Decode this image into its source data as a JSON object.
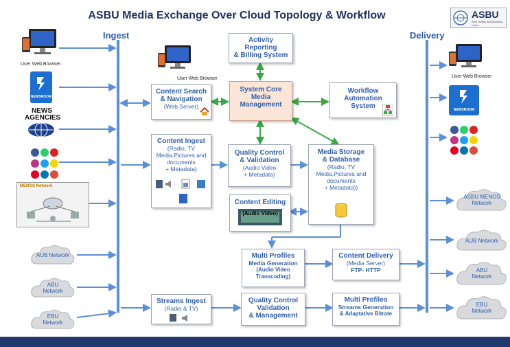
{
  "title": "ASBU Media Exchange Over Cloud Topology & Workflow",
  "logo": {
    "text": "ASBU",
    "subtext": "Arab States Broadcasting Union"
  },
  "ingest_label": "Ingest",
  "delivery_label": "Delivery",
  "left": {
    "user_web_browser": "User Web Browser",
    "newsroom": "NEWSROOM",
    "news_agencies": "NEWS AGENCIES",
    "menos_network": "MENOS Network",
    "aub_network": "AUB Network",
    "abu_network": "ABU Network",
    "ebu_network": "EBU Network"
  },
  "center": {
    "user_web_browser": "User Web Browser",
    "activity": {
      "l1": "Activity",
      "l2": "Reporting",
      "l3": "& Billing System"
    },
    "content_search": {
      "l1": "Content Search",
      "l2": "& Navigation",
      "l3": "(Web Server)"
    },
    "core": {
      "l1": "System Core",
      "l2": "Media",
      "l3": "Management"
    },
    "workflow": {
      "l1": "Workflow",
      "l2": "Automation",
      "l3": "System"
    },
    "content_ingest": {
      "l1": "Content Ingest",
      "l2": "(Radio, TV",
      "l3": "Media,Pictures and",
      "l4": "documents",
      "l5": "+ Metadata)"
    },
    "quality_control": {
      "l1": "Quality Control",
      "l2": "& Validation",
      "l3": "(Audio Video",
      "l4": "+ Metadata)"
    },
    "media_storage": {
      "l1": "Media Storage",
      "l2": "& Database",
      "l3": "(Radio, TV",
      "l4": "Media,Pictures and",
      "l5": "documents",
      "l6": "+ Metadata))"
    },
    "content_editing": {
      "l1": "Content Editing",
      "l2": "(Audio Video)"
    },
    "multi_profiles_media": {
      "l1": "Multi Profiles",
      "l2": "Media Generation",
      "l3": "(Audio Video",
      "l4": "Transcoding)"
    },
    "content_delivery": {
      "l1": "Content Delivery",
      "l2": "(Media Server)",
      "l3": "FTP- HTTP"
    },
    "streams_ingest": {
      "l1": "Streams Ingest",
      "l2": "(Radio & TV)"
    },
    "qc_management": {
      "l1": "Quality Control",
      "l2": "Validation",
      "l3": "& Management"
    },
    "multi_profiles_streams": {
      "l1": "Multi Profiles",
      "l2": "Streams Generation",
      "l3": "& Adaptative Bitrate"
    }
  },
  "right": {
    "user_web_browser": "User Web Browser",
    "newsroom": "NEWSROOM",
    "asbu_menos": "ASBU MENOS Network",
    "aub_network": "AUB Network",
    "abu_network": "ABU Network",
    "ebu_network": "EBU Network"
  },
  "colors": {
    "accent": "#2f5fae",
    "arrow_blue": "#5b8fd6",
    "arrow_green": "#3aa845",
    "core_fill": "#fbe5d6",
    "footer": "#223a6b"
  }
}
